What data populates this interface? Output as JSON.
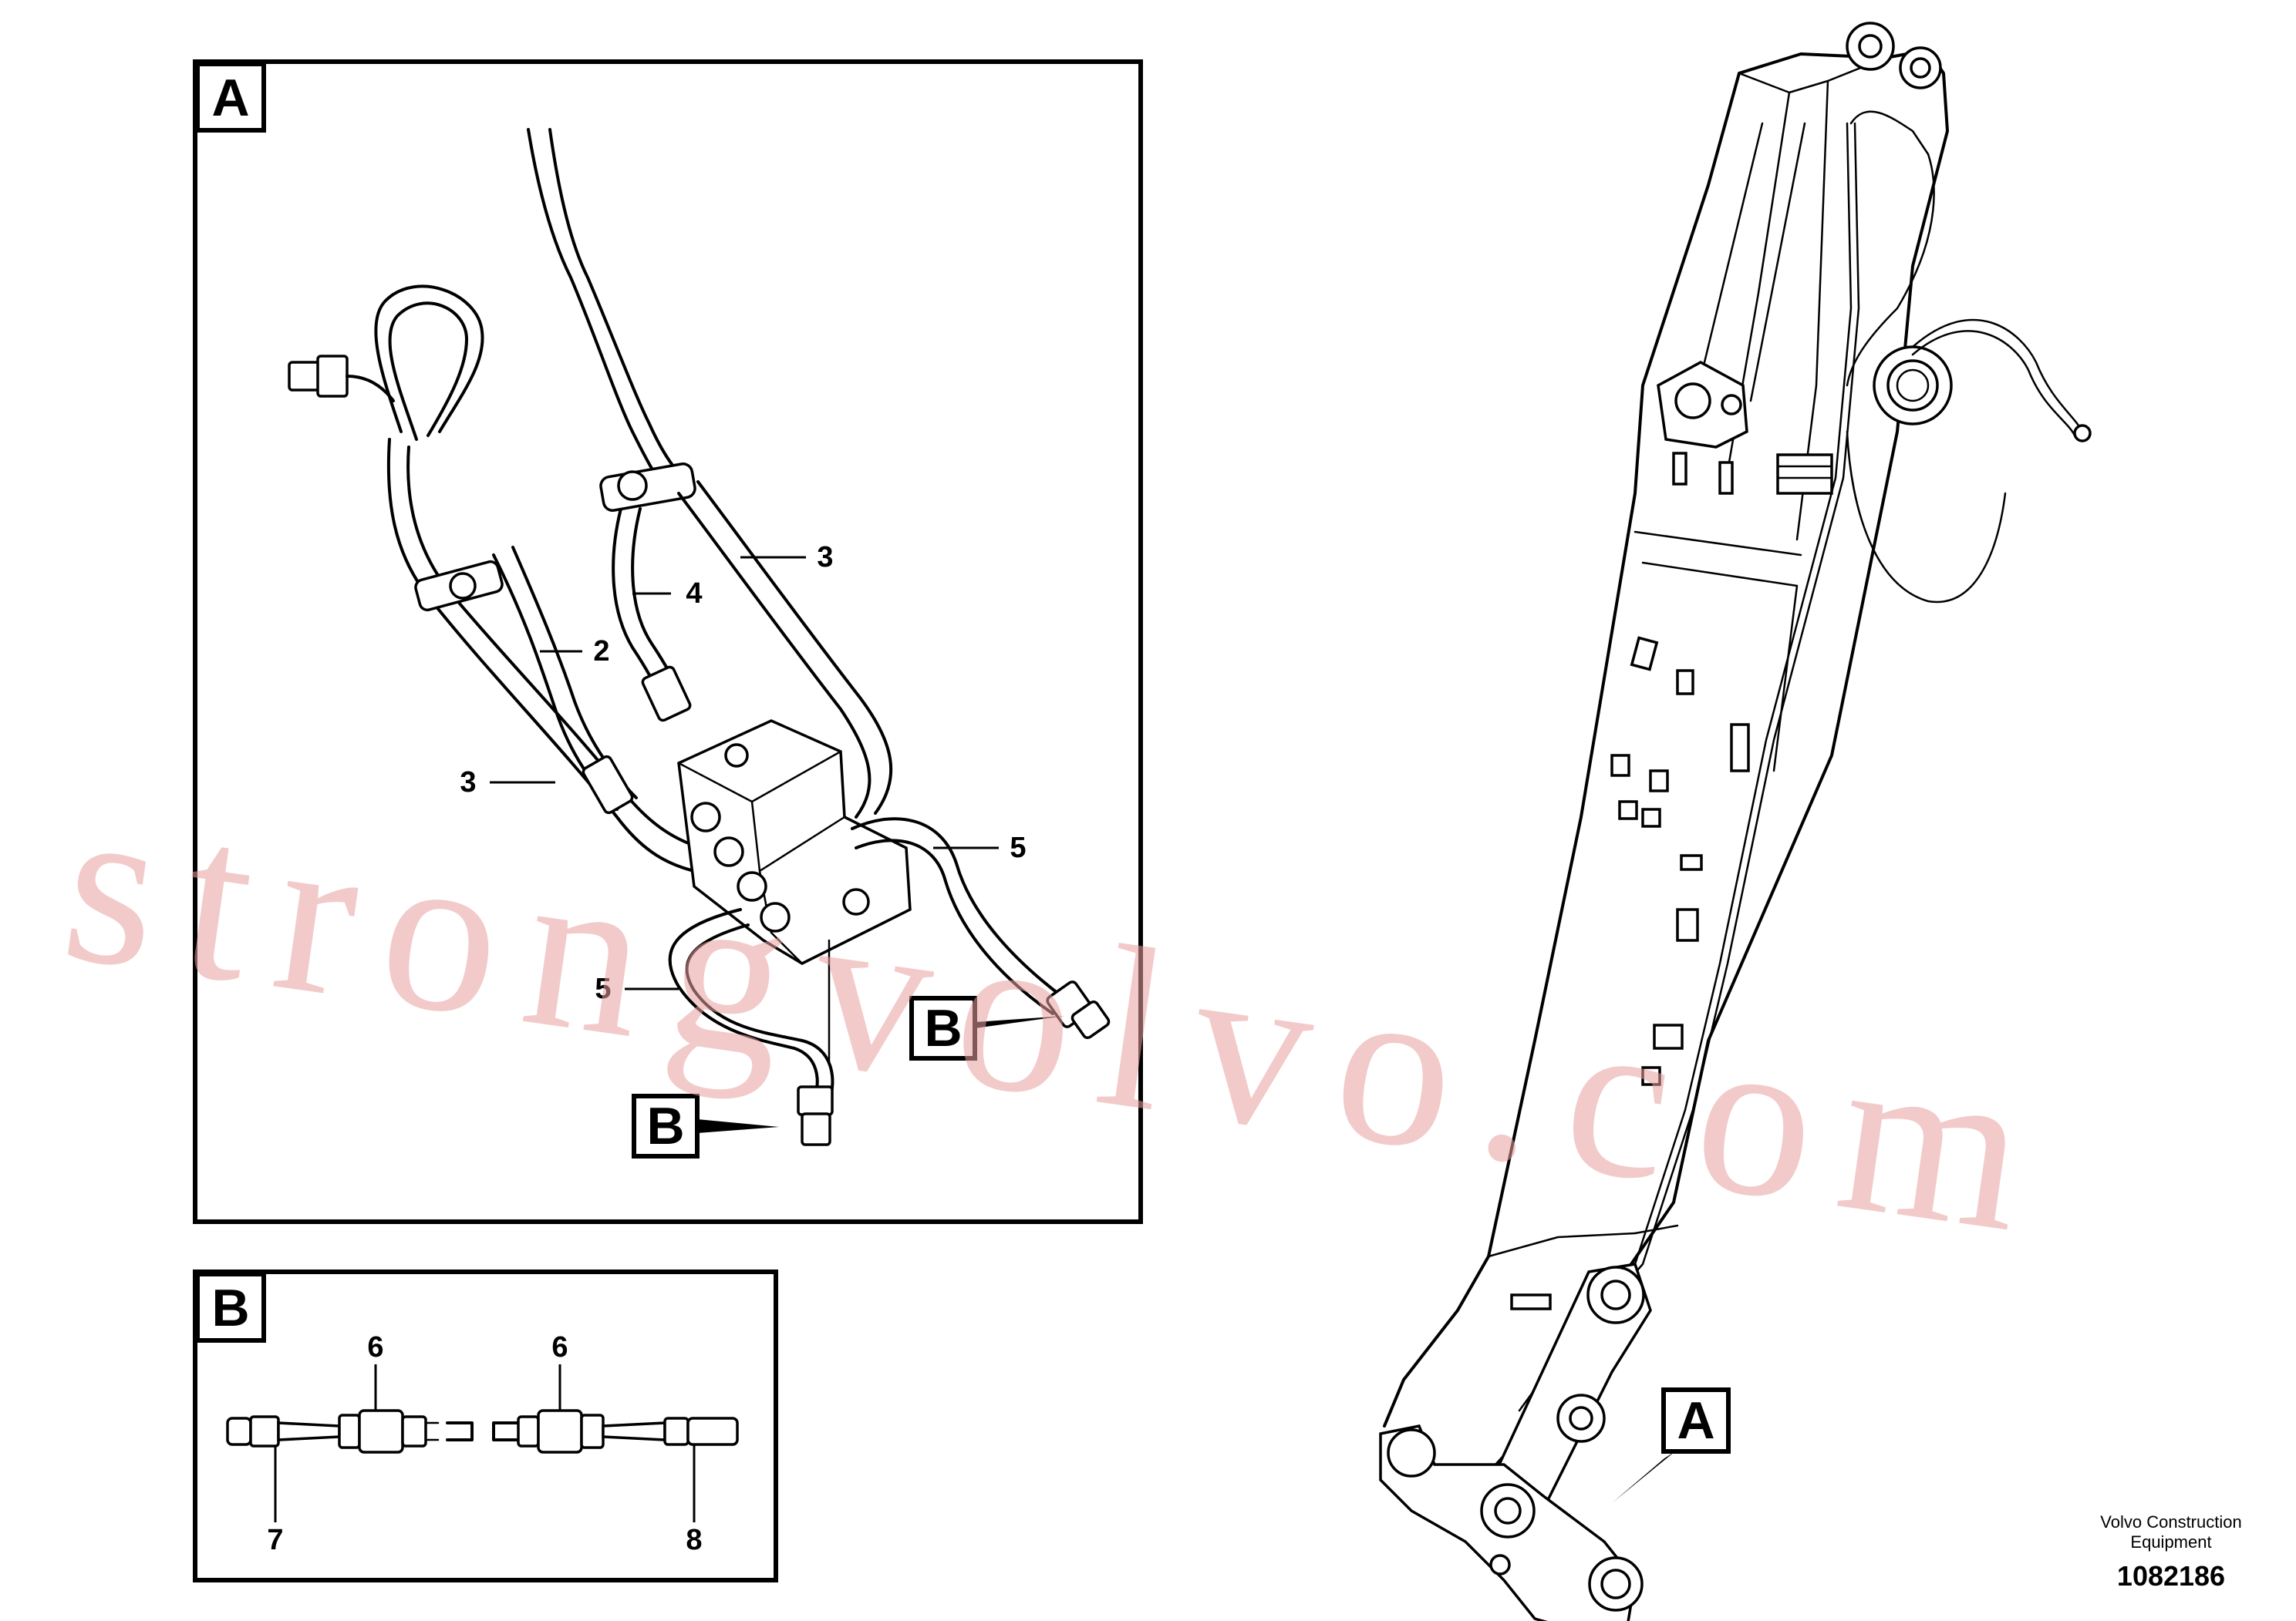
{
  "panels": {
    "a": {
      "label": "A"
    },
    "b": {
      "label": "B"
    }
  },
  "callouts": {
    "c2": "2",
    "c3_upper": "3",
    "c3_lower": "3",
    "c4": "4",
    "c5_right": "5",
    "c5_left": "5",
    "c6_left": "6",
    "c6_right": "6",
    "c7": "7",
    "c8": "8"
  },
  "refs": {
    "b_ref_right": "B",
    "b_ref_lower": "B",
    "a_ref_main": "A"
  },
  "footer": {
    "company_line1": "Volvo Construction",
    "company_line2": "Equipment",
    "drawing_number": "1082186"
  },
  "watermark": "strongvolvo.com",
  "colors": {
    "watermark": "#e9a0a0",
    "line": "#000000"
  }
}
